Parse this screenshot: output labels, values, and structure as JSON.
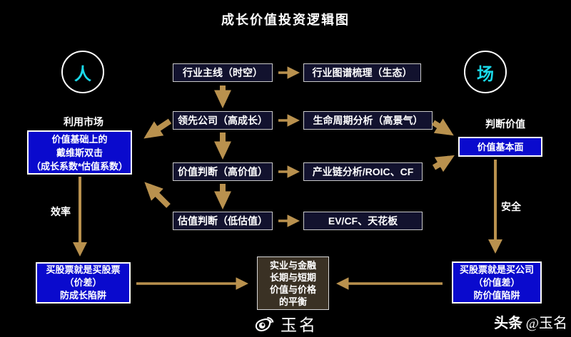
{
  "title": "成长价值投资逻辑图",
  "circles": {
    "left": "人",
    "right": "场"
  },
  "labels": {
    "left_top": "利用市场",
    "right_top": "判断价值",
    "left_side": "效率",
    "right_side": "安全"
  },
  "flow": {
    "main": [
      "行业主线（时空）",
      "领先公司（高成长）",
      "价值判断（高价值）",
      "估值判断（低估值）"
    ],
    "analysis": [
      "行业图谱梳理（生态）",
      "生命周期分析（高景气）",
      "产业链分析/ROIC、CF",
      "EV/CF、天花板"
    ]
  },
  "side_boxes": {
    "left": [
      "价值基础上的",
      "戴维斯双击",
      "（成长系数*估值系数）"
    ],
    "right": "价值基本面"
  },
  "bottom_boxes": {
    "left": [
      "买股票就是买股票",
      "（价差）",
      "防成长陷阱"
    ],
    "center": [
      "实业与金融",
      "长期与短期",
      "价值与价格",
      "的平衡"
    ],
    "right": [
      "买股票就是买公司",
      "（价值差）",
      "防价值陷阱"
    ]
  },
  "footer": {
    "weibo_name": "玉名",
    "watermark_bold": "头条",
    "watermark_rest": "@玉名"
  },
  "colors": {
    "background": "#000000",
    "box_navy": "#12122e",
    "box_blue": "#0a0acd",
    "box_olive": "#3a3124",
    "arrow_gold": "#b9914e",
    "accent_cyan": "#1ad9e9"
  }
}
